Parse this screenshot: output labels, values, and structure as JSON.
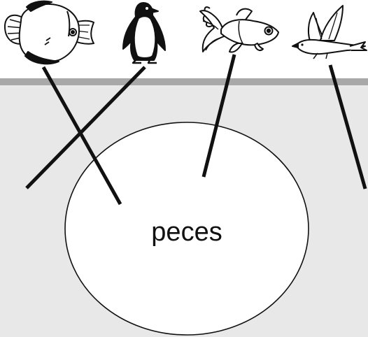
{
  "diagram": {
    "category_label": "peces",
    "animals": [
      {
        "id": "butterflyfish",
        "icon": "butterflyfish-icon",
        "is_fish": true
      },
      {
        "id": "penguin",
        "icon": "penguin-icon",
        "is_fish": false
      },
      {
        "id": "goldfish",
        "icon": "goldfish-icon",
        "is_fish": true
      },
      {
        "id": "dove",
        "icon": "dove-icon",
        "is_fish": false
      }
    ],
    "colors": {
      "lower_panel": "#e8e8e8",
      "divider": "#a8a8a8",
      "ellipse_fill": "#ffffff",
      "stroke": "#111111"
    }
  }
}
